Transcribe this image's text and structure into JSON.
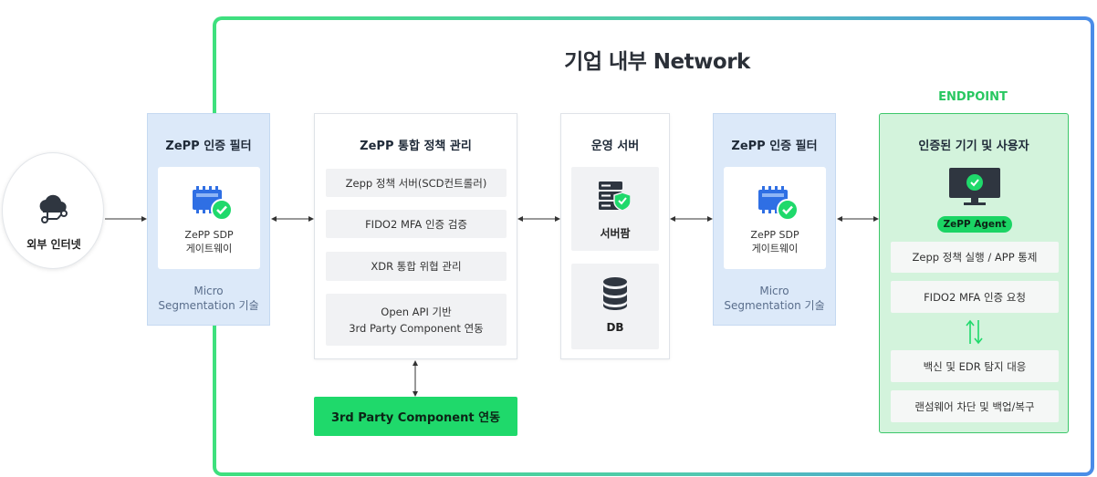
{
  "title": "기업 내부 Network",
  "external": {
    "label": "외부 인터넷",
    "icon": "cloud-network-icon"
  },
  "filter_left": {
    "title": "ZePP 인증 필터",
    "gateway": [
      "ZePP SDP",
      "게이트웨이"
    ],
    "foot": [
      "Micro",
      "Segmentation 기술"
    ],
    "icon": "gateway-shield-icon"
  },
  "policy": {
    "title": "ZePP 통합 정책 관리",
    "items": [
      [
        "Zepp 정책 서버(SCD컨트롤러)"
      ],
      [
        "FIDO2 MFA 인증 검증"
      ],
      [
        "XDR 통합 위협 관리"
      ],
      [
        "Open API 기반",
        "3rd Party Component 연동"
      ]
    ]
  },
  "ops": {
    "title": "운영 서버",
    "server_farm": "서버팜",
    "db": "DB"
  },
  "filter_right": {
    "title": "ZePP 인증 필터",
    "gateway": [
      "ZePP SDP",
      "게이트웨이"
    ],
    "foot": [
      "Micro",
      "Segmentation 기술"
    ]
  },
  "endpoint": {
    "heading": "ENDPOINT",
    "title": "인증된 기기 및 사용자",
    "agent": "ZePP Agent",
    "items": [
      "Zepp 정책 실행 / APP 통제",
      "FIDO2 MFA 인증 요청",
      "백신 및 EDR 탐지 대응",
      "랜섬웨어 차단 및 백업/복구"
    ]
  },
  "third_party": "3rd Party Component 연동",
  "colors": {
    "green": "#1fd96b",
    "blue": "#2f6fe4",
    "filter_bg": "#dce9f9",
    "endpoint_bg": "#d3f3dc"
  }
}
